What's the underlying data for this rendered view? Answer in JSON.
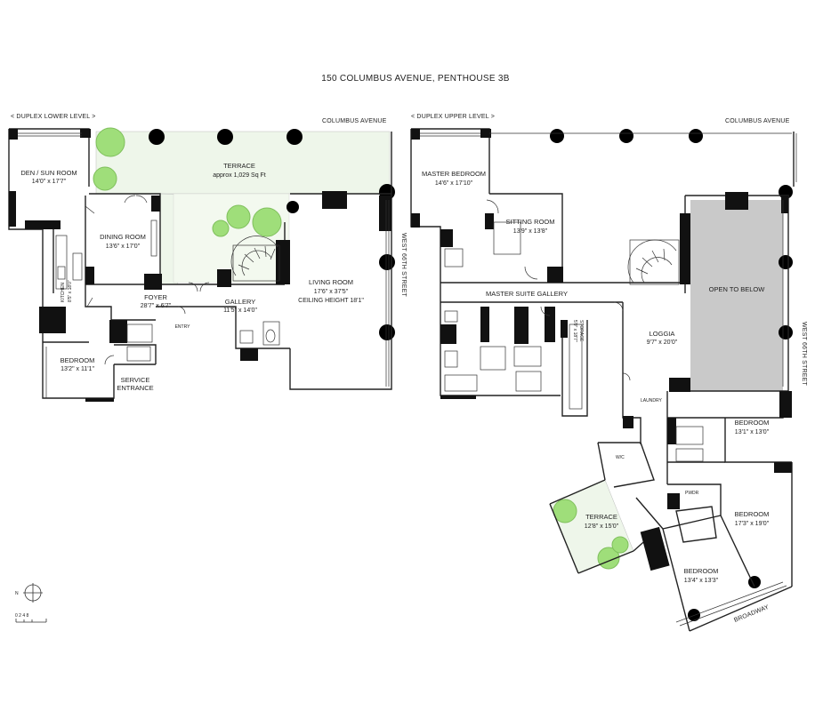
{
  "title": "150 COLUMBUS AVENUE, PENTHOUSE 3B",
  "lower": {
    "level_label": "< DUPLEX LOWER LEVEL >",
    "street_top": "COLUMBUS AVENUE",
    "street_side": "WEST 66TH STREET",
    "rooms": {
      "den_name": "DEN / SUN ROOM",
      "den_dim": "14'0\" x 17'7\"",
      "terrace_name": "TERRACE",
      "terrace_dim": "approx 1,029 Sq Ft",
      "dining_name": "DINING ROOM",
      "dining_dim": "13'6\" x 17'0\"",
      "kitchen_name": "KITCHEN",
      "kitchen_dim": "8'5\" x 18'0\"",
      "foyer_name": "FOYER",
      "foyer_dim": "28'7\" x 6'7\"",
      "gallery_name": "GALLERY",
      "gallery_dim": "11'5\" x 14'0\"",
      "living_name": "LIVING ROOM",
      "living_dim": "17'6\" x 37'5\"",
      "living_ceiling": "CEILING HEIGHT 18'1\"",
      "bedroom_name": "BEDROOM",
      "bedroom_dim": "13'2\" x 11'1\"",
      "service_line1": "SERVICE",
      "service_line2": "ENTRANCE",
      "entry": "ENTRY"
    }
  },
  "upper": {
    "level_label": "< DUPLEX UPPER LEVEL >",
    "street_top": "COLUMBUS AVENUE",
    "street_side": "WEST 66TH STREET",
    "street_bottom": "BROADWAY",
    "rooms": {
      "master_name": "MASTER BEDROOM",
      "master_dim": "14'6\" x 17'10\"",
      "sitting_name": "SITTING ROOM",
      "sitting_dim": "13'9\" x 13'8\"",
      "gallery_name": "MASTER SUITE GALLERY",
      "open_below": "OPEN TO BELOW",
      "loggia_name": "LOGGIA",
      "loggia_dim": "9'7\" x 20'0\"",
      "storage_name": "STORAGE",
      "storage_dim": "5'0\" x 18'7\"",
      "laundry": "LAUNDRY",
      "wic": "W/C",
      "bed1_name": "BEDROOM",
      "bed1_dim": "13'1\" x 13'0\"",
      "bed2_name": "BEDROOM",
      "bed2_dim": "17'3\" x 19'0\"",
      "bed3_name": "BEDROOM",
      "bed3_dim": "13'4\" x 13'3\"",
      "terrace_name": "TERRACE",
      "terrace_dim": "12'8\" x 15'0\"",
      "closet": "PWDR"
    }
  },
  "compass": {
    "north": "N"
  },
  "scale": {
    "label": "0 2 4 8"
  },
  "colors": {
    "wall": "#111111",
    "terrace": "#eef6ea",
    "tree": "#9fde7a",
    "open": "#c9c9c9"
  }
}
